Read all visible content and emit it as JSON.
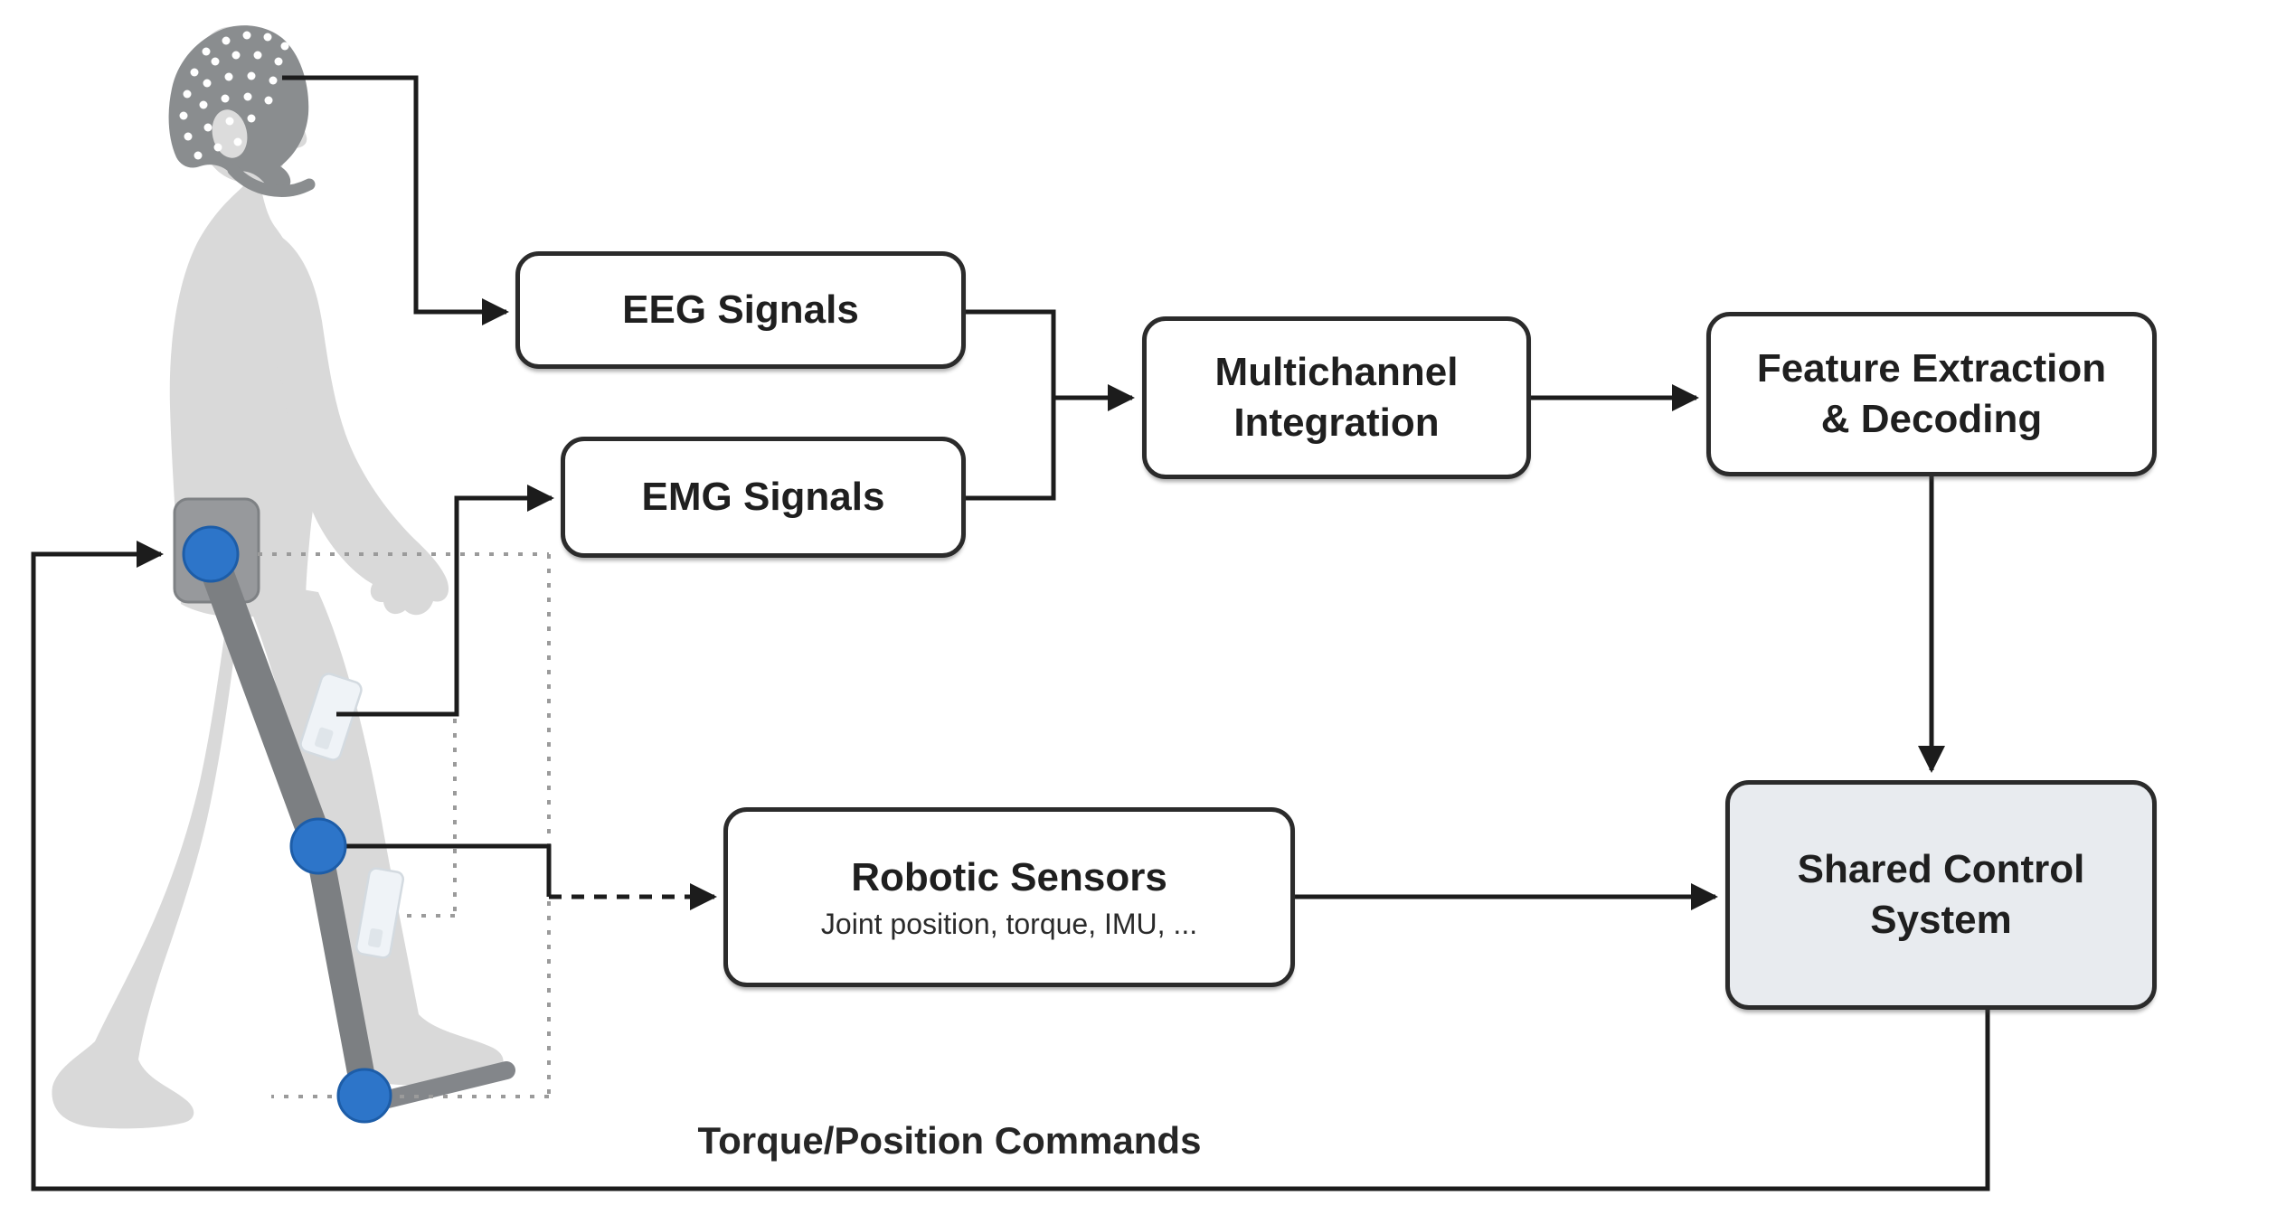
{
  "nodes": {
    "eeg": {
      "label": "EEG Signals"
    },
    "emg": {
      "label": "EMG Signals"
    },
    "multichannel": {
      "line1": "Multichannel",
      "line2": "Integration"
    },
    "feature": {
      "line1": "Feature Extraction",
      "line2": "& Decoding"
    },
    "shared": {
      "line1": "Shared Control",
      "line2": "System"
    },
    "robotic": {
      "title": "Robotic Sensors",
      "subtitle": "Joint position, torque, IMU, ..."
    }
  },
  "labels": {
    "feedback": "Torque/Position Commands"
  },
  "edges": [
    {
      "from": "eeg-cap",
      "to": "EEG Signals",
      "style": "solid-arrow"
    },
    {
      "from": "thigh-emg-sensor",
      "to": "EMG Signals",
      "style": "solid-arrow"
    },
    {
      "from": "EEG Signals",
      "to": "Multichannel Integration",
      "style": "solid-arrow"
    },
    {
      "from": "EMG Signals",
      "to": "Multichannel Integration",
      "style": "solid-arrow"
    },
    {
      "from": "Multichannel Integration",
      "to": "Feature Extraction & Decoding",
      "style": "solid-arrow"
    },
    {
      "from": "Feature Extraction & Decoding",
      "to": "Shared Control System",
      "style": "solid-arrow"
    },
    {
      "from": "knee-joint",
      "to": "Robotic Sensors",
      "style": "solid-then-dashed-arrow"
    },
    {
      "from": "Robotic Sensors",
      "to": "Shared Control System",
      "style": "solid-arrow"
    },
    {
      "from": "Shared Control System",
      "to": "hip-joint",
      "style": "solid-arrow",
      "label": "Torque/Position Commands"
    },
    {
      "from": "hip-joint",
      "to": "leg-sensing-region",
      "style": "dotted"
    },
    {
      "from": "shank-emg-sensor",
      "to": "thigh-emg-line",
      "style": "dotted"
    }
  ],
  "icons": [
    "human-silhouette",
    "eeg-cap-icon",
    "ear-opening-icon",
    "chin-strap-icon",
    "exoskeleton-hip-mount-icon",
    "exoskeleton-thigh-link-icon",
    "exoskeleton-shank-link-icon",
    "exoskeleton-foot-plate-icon",
    "hip-joint-icon",
    "knee-joint-icon",
    "ankle-joint-icon",
    "thigh-emg-sensor-icon",
    "shank-emg-sensor-icon"
  ],
  "colors": {
    "line": "#1c1c1c",
    "box_border": "#2b2b2b",
    "box_fill": "#ffffff",
    "shared_box_fill": "#e8ebef",
    "dotted_line": "#9b9b9b",
    "joint_blue": "#2d75c9",
    "joint_blue_edge": "#1d5da8",
    "silhouette_gray": "#d9d9d9",
    "cap_gray": "#8a8d8f",
    "exo_gray": "#7c7f82",
    "hip_mount_gray": "#97999c",
    "sensor_white": "#eff3f7"
  }
}
